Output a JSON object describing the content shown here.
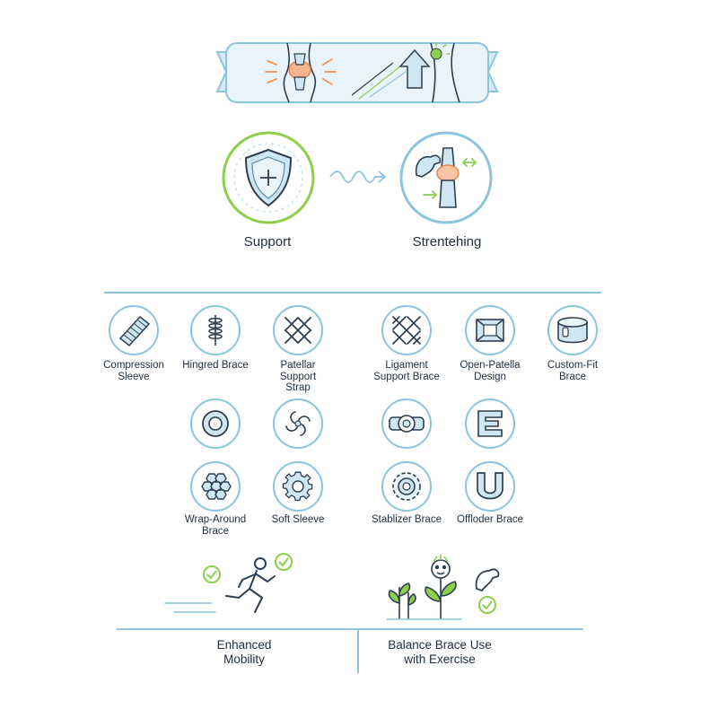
{
  "top_concepts": {
    "support_label": "Support",
    "strengthening_label": "Strentehing"
  },
  "brace_types": [
    {
      "label": "Compression Sleeve",
      "icon": "compression-sleeve-icon"
    },
    {
      "label": "Hingred Brace",
      "icon": "hinge-icon"
    },
    {
      "label": "Patellar Support Strap",
      "icon": "crosshatch-icon"
    },
    {
      "label": "Ligament Support Brace",
      "icon": "lattice-icon"
    },
    {
      "label": "Open-Patella Design",
      "icon": "open-frame-icon"
    },
    {
      "label": "Custom-Fit Brace",
      "icon": "cylinder-icon"
    },
    {
      "label": "",
      "icon": "ring-icon"
    },
    {
      "label": "",
      "icon": "spiral-icon"
    },
    {
      "label": "",
      "icon": "band-icon"
    },
    {
      "label": "",
      "icon": "block-e-icon"
    },
    {
      "label": "Wrap-Around Brace",
      "icon": "hexagon-cluster-icon"
    },
    {
      "label": "Soft Sleeve",
      "icon": "gear-icon"
    },
    {
      "label": "Stablizer Brace",
      "icon": "gear-ring-icon"
    },
    {
      "label": "Offloder Brace",
      "icon": "u-shape-icon"
    }
  ],
  "bottom": {
    "mobility_label": "Enhanced Mobility",
    "balance_label": "Balance Brace Use with Exercise"
  },
  "colors": {
    "accent_blue": "#8cc4de",
    "accent_green": "#8ccf4d",
    "fill_blue": "#cfe6f3",
    "line_dark": "#2d3e50",
    "highlight_orange": "#f2955a"
  }
}
